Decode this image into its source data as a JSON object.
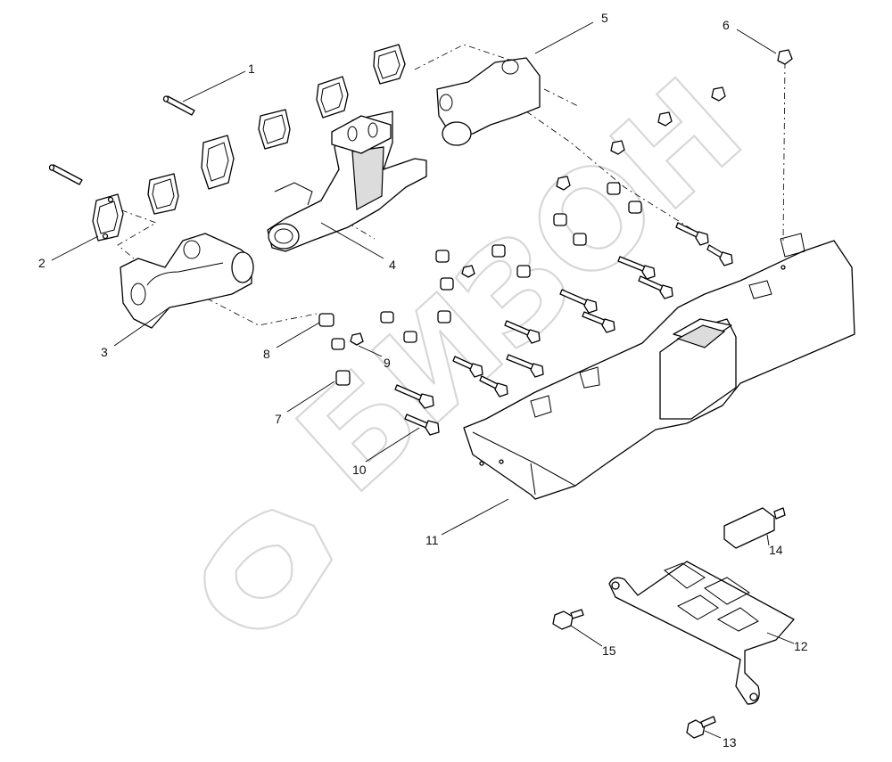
{
  "diagram": {
    "callouts": {
      "c1": "1",
      "c2": "2",
      "c3": "3",
      "c4": "4",
      "c5": "5",
      "c6": "6",
      "c7": "7",
      "c8": "8",
      "c9": "9",
      "c10": "10",
      "c11": "11",
      "c12": "12",
      "c13": "13",
      "c14": "14",
      "c15": "15"
    },
    "watermark": {
      "text": "БИЗОН"
    }
  }
}
